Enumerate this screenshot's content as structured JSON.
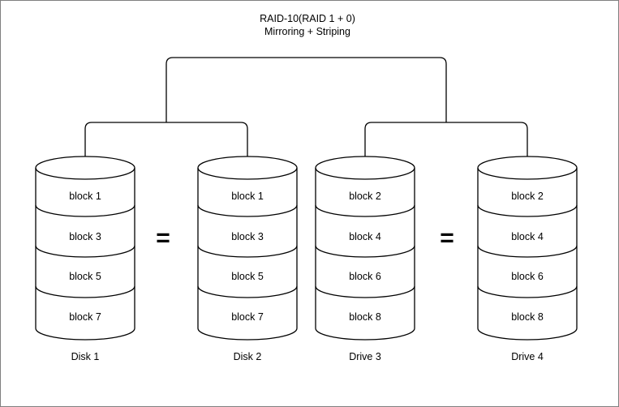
{
  "header": {
    "title": "RAID-10(RAID 1 + 0)",
    "subtitle": "Mirroring + Striping"
  },
  "equals": {
    "left_pair_symbol": "=",
    "right_pair_symbol": "="
  },
  "disks": [
    {
      "name": "Disk 1",
      "blocks": [
        "block 1",
        "block 3",
        "block 5",
        "block 7"
      ]
    },
    {
      "name": "Disk 2",
      "blocks": [
        "block 1",
        "block 3",
        "block 5",
        "block 7"
      ]
    },
    {
      "name": "Drive 3",
      "blocks": [
        "block 2",
        "block 4",
        "block 6",
        "block 8"
      ]
    },
    {
      "name": "Drive 4",
      "blocks": [
        "block 2",
        "block 4",
        "block 6",
        "block 8"
      ]
    }
  ],
  "colors": {
    "stroke": "#000000",
    "shape_fill": "#ffffff",
    "background": "#ffffff",
    "page_border": "#7f7f7f"
  }
}
